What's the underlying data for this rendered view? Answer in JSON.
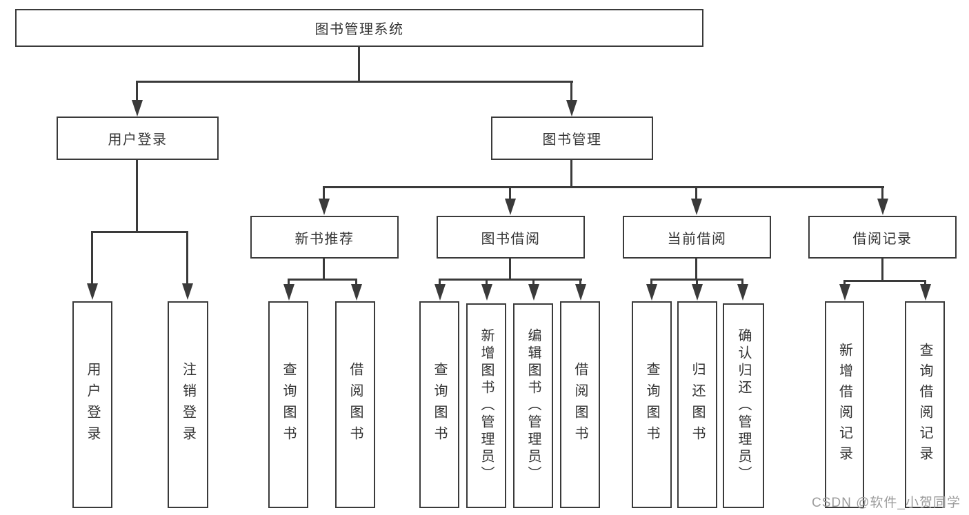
{
  "nodes": {
    "root": {
      "label": "图书管理系统"
    },
    "user_login": {
      "label": "用户登录"
    },
    "book_mgmt": {
      "label": "图书管理"
    },
    "new_book_rec": {
      "label": "新书推荐"
    },
    "book_borrow": {
      "label": "图书借阅"
    },
    "current_borrow": {
      "label": "当前借阅"
    },
    "borrow_records": {
      "label": "借阅记录"
    },
    "ul_login": {
      "label": "用户登录"
    },
    "ul_logout": {
      "label": "注销登录"
    },
    "nbr_query": {
      "label": "查询图书"
    },
    "nbr_borrow": {
      "label": "借阅图书"
    },
    "bb_query": {
      "label": "查询图书"
    },
    "bb_add": {
      "label": "新增图书（管理员）"
    },
    "bb_edit": {
      "label": "编辑图书（管理员）"
    },
    "bb_borrow": {
      "label": "借阅图书"
    },
    "cb_query": {
      "label": "查询图书"
    },
    "cb_return": {
      "label": "归还图书"
    },
    "cb_confirm": {
      "label": "确认归还（管理员）"
    },
    "br_add": {
      "label": "新增借阅记录"
    },
    "br_query": {
      "label": "查询借阅记录"
    }
  },
  "watermark": {
    "text": "CSDN @软件_小贺同学"
  },
  "colors": {
    "line": "#3a3a3a",
    "text": "#333333",
    "background": "#ffffff",
    "watermark": "#9c9c9c"
  }
}
